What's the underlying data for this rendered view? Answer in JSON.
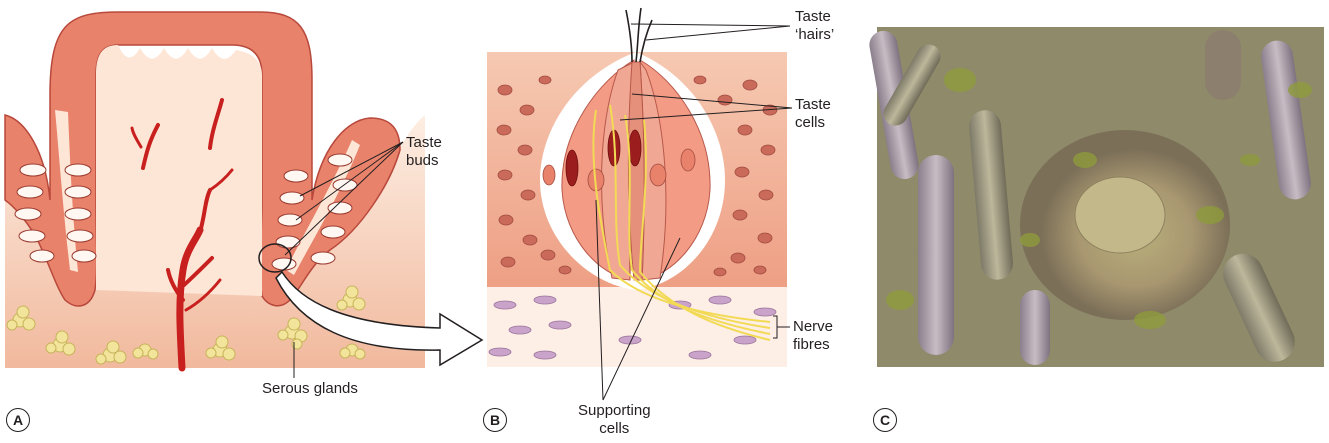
{
  "panels": {
    "a": "A",
    "b": "B",
    "c": "C"
  },
  "labels": {
    "taste_buds": [
      "Taste",
      "buds"
    ],
    "serous_glands": "Serous glands",
    "taste_hairs": [
      "Taste",
      "‘hairs’"
    ],
    "taste_cells": [
      "Taste",
      "cells"
    ],
    "nerve_fibres": [
      "Nerve",
      "fibres"
    ],
    "supporting_cells": [
      "Supporting",
      "cells"
    ]
  },
  "colors": {
    "epithelium": "#e8826b",
    "papilla_core": "#fbe3d2",
    "tissue_base": "#f5c4ab",
    "vessel": "#c8201e",
    "gland": "#f2e49a",
    "nerve": "#f2da55",
    "photo_base": "#8f8a6a"
  }
}
